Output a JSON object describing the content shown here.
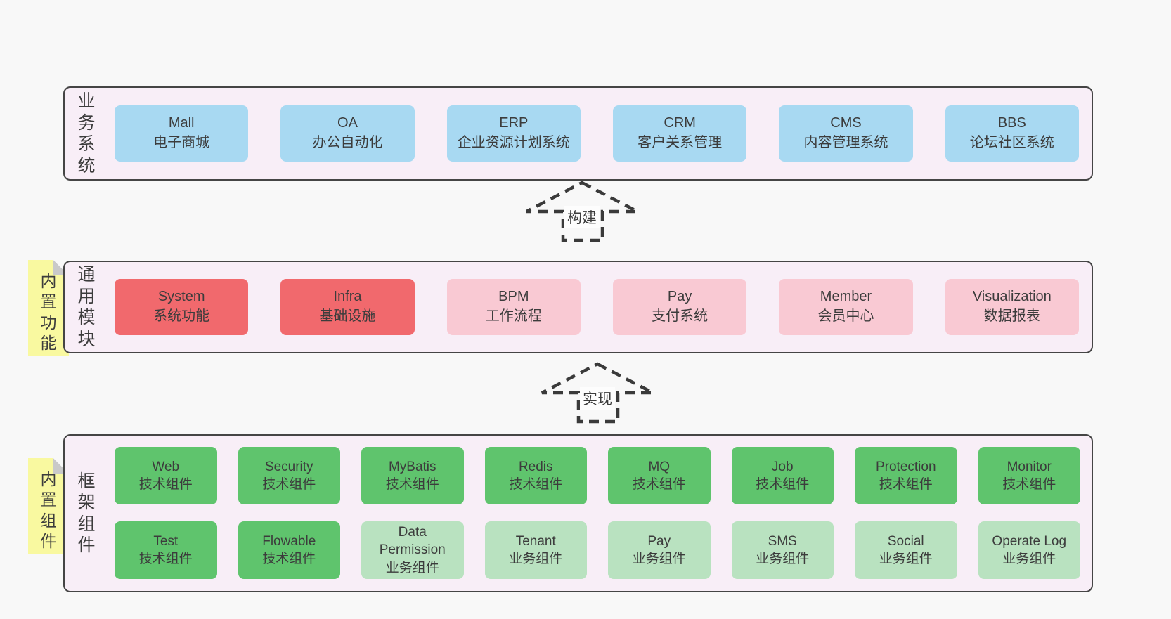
{
  "palette": {
    "page-bg": "#f8f8f8",
    "panel-bg": "#f8eef7",
    "panel-border": "#454545",
    "blue": "#a8d9f2",
    "red": "#f1696d",
    "pink": "#f9c9d3",
    "green-dark": "#5fc46d",
    "green-light": "#b9e2c0",
    "yellow": "#f9f9a0",
    "fold-gray": "#c9c9c9",
    "arrow": "#3a3a3a",
    "label-bg": "#fdfdfd",
    "text": "#3c3c3c"
  },
  "business": {
    "label": "业\n务\n系\n统",
    "items": [
      {
        "en": "Mall",
        "zh": "电子商城"
      },
      {
        "en": "OA",
        "zh": "办公自动化"
      },
      {
        "en": "ERP",
        "zh": "企业资源计划系统"
      },
      {
        "en": "CRM",
        "zh": "客户关系管理"
      },
      {
        "en": "CMS",
        "zh": "内容管理系统"
      },
      {
        "en": "BBS",
        "zh": "论坛社区系统"
      }
    ]
  },
  "arrows": {
    "build": "构建",
    "implement": "实现"
  },
  "modules": {
    "label": "通\n用\n模\n块",
    "sticky": "内\n置\n功\n能",
    "items": [
      {
        "en": "System",
        "zh": "系统功能"
      },
      {
        "en": "Infra",
        "zh": "基础设施"
      },
      {
        "en": "BPM",
        "zh": "工作流程"
      },
      {
        "en": "Pay",
        "zh": "支付系统"
      },
      {
        "en": "Member",
        "zh": "会员中心"
      },
      {
        "en": "Visualization",
        "zh": "数据报表"
      }
    ]
  },
  "components": {
    "label": "框\n架\n组\n件",
    "sticky": "内\n置\n组\n件",
    "row1": [
      {
        "en": "Web",
        "zh": "技术组件"
      },
      {
        "en": "Security",
        "zh": "技术组件"
      },
      {
        "en": "MyBatis",
        "zh": "技术组件"
      },
      {
        "en": "Redis",
        "zh": "技术组件"
      },
      {
        "en": "MQ",
        "zh": "技术组件"
      },
      {
        "en": "Job",
        "zh": "技术组件"
      },
      {
        "en": "Protection",
        "zh": "技术组件"
      },
      {
        "en": "Monitor",
        "zh": "技术组件"
      }
    ],
    "row2": [
      {
        "en": "Test",
        "zh": "技术组件"
      },
      {
        "en": "Flowable",
        "zh": "技术组件"
      },
      {
        "en": "Data Permission",
        "zh": "业务组件"
      },
      {
        "en": "Tenant",
        "zh": "业务组件"
      },
      {
        "en": "Pay",
        "zh": "业务组件"
      },
      {
        "en": "SMS",
        "zh": "业务组件"
      },
      {
        "en": "Social",
        "zh": "业务组件"
      },
      {
        "en": "Operate Log",
        "zh": "业务组件"
      }
    ]
  }
}
